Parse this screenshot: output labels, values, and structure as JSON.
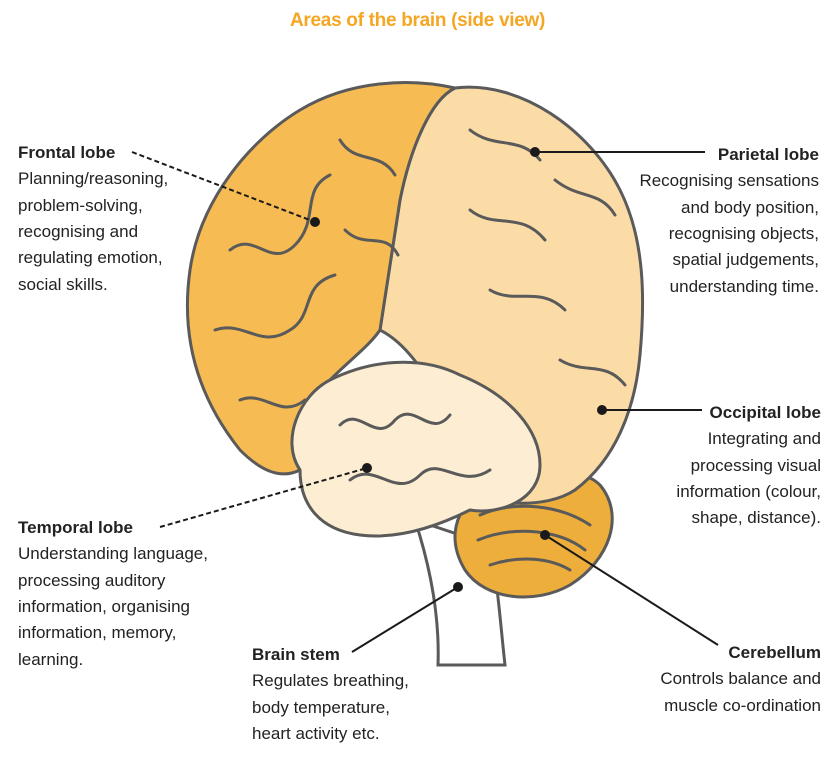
{
  "title": "Areas of the brain (side view)",
  "colors": {
    "title": "#f5a623",
    "frontal": "#f6bb52",
    "parietal": "#fcdca6",
    "occipital": "#fcdca6",
    "temporal": "#fdeed3",
    "cerebellum": "#eeae3c",
    "outline": "#5a5a5a"
  },
  "labels": {
    "frontal": {
      "name": "Frontal lobe",
      "desc": "Planning/reasoning,\nproblem-solving,\nrecognising and\nregulating emotion,\nsocial skills."
    },
    "parietal": {
      "name": "Parietal lobe",
      "desc": "Recognising sensations\nand body position,\nrecognising objects,\nspatial judgements,\nunderstanding time."
    },
    "occipital": {
      "name": "Occipital lobe",
      "desc": "Integrating and\nprocessing visual\ninformation (colour,\nshape, distance)."
    },
    "temporal": {
      "name": "Temporal lobe",
      "desc": "Understanding language,\nprocessing auditory\ninformation, organising\ninformation, memory,\nlearning."
    },
    "brainstem": {
      "name": "Brain stem",
      "desc": "Regulates breathing,\nbody temperature,\nheart activity etc."
    },
    "cerebellum": {
      "name": "Cerebellum",
      "desc": "Controls balance and\nmuscle co-ordination"
    }
  }
}
